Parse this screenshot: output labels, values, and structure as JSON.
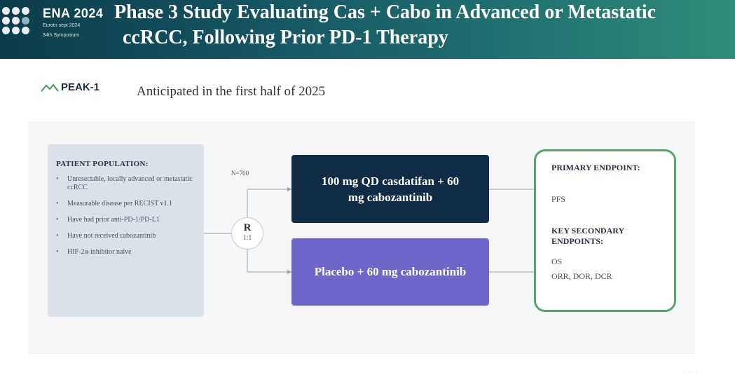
{
  "header": {
    "logo_title": "ENA 2024",
    "logo_sub_1": "Eurotn  sept  2024",
    "logo_sub_2": "34th Symposium",
    "title_line_1": "Phase 3 Study Evaluating Cas + Cabo in Advanced or Metastatic",
    "title_line_2": "ccRCC, Following Prior PD-1 Therapy"
  },
  "study": {
    "name": "PEAK-1",
    "anticipated": "Anticipated in the first half of 2025"
  },
  "population": {
    "heading": "PATIENT POPULATION:",
    "items": [
      "Unresectable, locally advanced or metastatic ccRCC",
      "Measurable disease per RECIST v1.1",
      "Have had prior anti-PD-1/PD-L1",
      "Have not received cabozantinib",
      "HIF-2α-inhibitor naive"
    ]
  },
  "randomization": {
    "n_label": "N=700",
    "letter": "R",
    "ratio": "1:1"
  },
  "arms": {
    "arm1": "100 mg QD casdatifan + 60 mg cabozantinib",
    "arm2": "Placebo + 60 mg cabozantinib"
  },
  "endpoints": {
    "primary_heading": "PRIMARY ENDPOINT:",
    "primary_value": "PFS",
    "secondary_heading": "KEY SECONDARY ENDPOINTS:",
    "secondary_value_1": "OS",
    "secondary_value_2": "ORR, DOR, DCR"
  },
  "colors": {
    "header_dark": "#0c3d4a",
    "header_light": "#2f8c78",
    "arm1_bg": "#102b45",
    "arm2_bg": "#6e66c8",
    "endpoint_border": "#5ba36b",
    "population_bg": "#dbe1e8"
  }
}
